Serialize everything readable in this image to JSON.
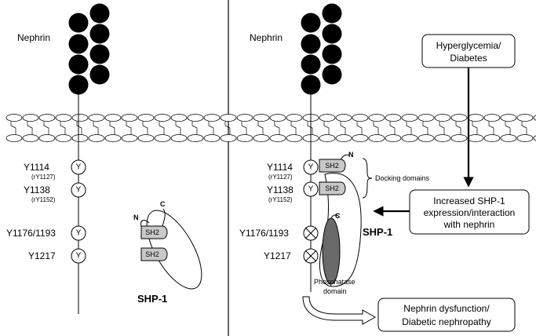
{
  "left_panel": {
    "protein_label": "Nephrin",
    "residues": [
      {
        "name": "Y1114",
        "sub": "(rY1127)"
      },
      {
        "name": "Y1138",
        "sub": "(rY1152)"
      },
      {
        "name": "Y1176/1193",
        "sub": ""
      },
      {
        "name": "Y1217",
        "sub": ""
      }
    ],
    "y_symbol": "Y",
    "sh2_label": "SH2",
    "n_term": "N",
    "c_term": "C",
    "shp1_label": "SHP-1"
  },
  "right_panel": {
    "protein_label": "Nephrin",
    "residues": [
      {
        "name": "Y1114",
        "sub": "(rY1127)"
      },
      {
        "name": "Y1138",
        "sub": "(rY1152)"
      },
      {
        "name": "Y1176/1193",
        "sub": ""
      },
      {
        "name": "Y1217",
        "sub": ""
      }
    ],
    "y_symbol": "Y",
    "sh2_label": "SH2",
    "n_term": "N",
    "c_term": "C",
    "docking_label": "Docking domains",
    "shp1_label": "SHP-1",
    "phosphatase_line1": "Phosphatase",
    "phosphatase_line2": "domain"
  },
  "boxes": {
    "hyperglycemia": [
      "Hyperglycemia/",
      "Diabetes"
    ],
    "increased": [
      "Increased SHP-1",
      "expression/interaction",
      "with nephrin"
    ],
    "dysfunction": [
      "Nephrin dysfunction/",
      "Diabetic nephropathy"
    ]
  }
}
